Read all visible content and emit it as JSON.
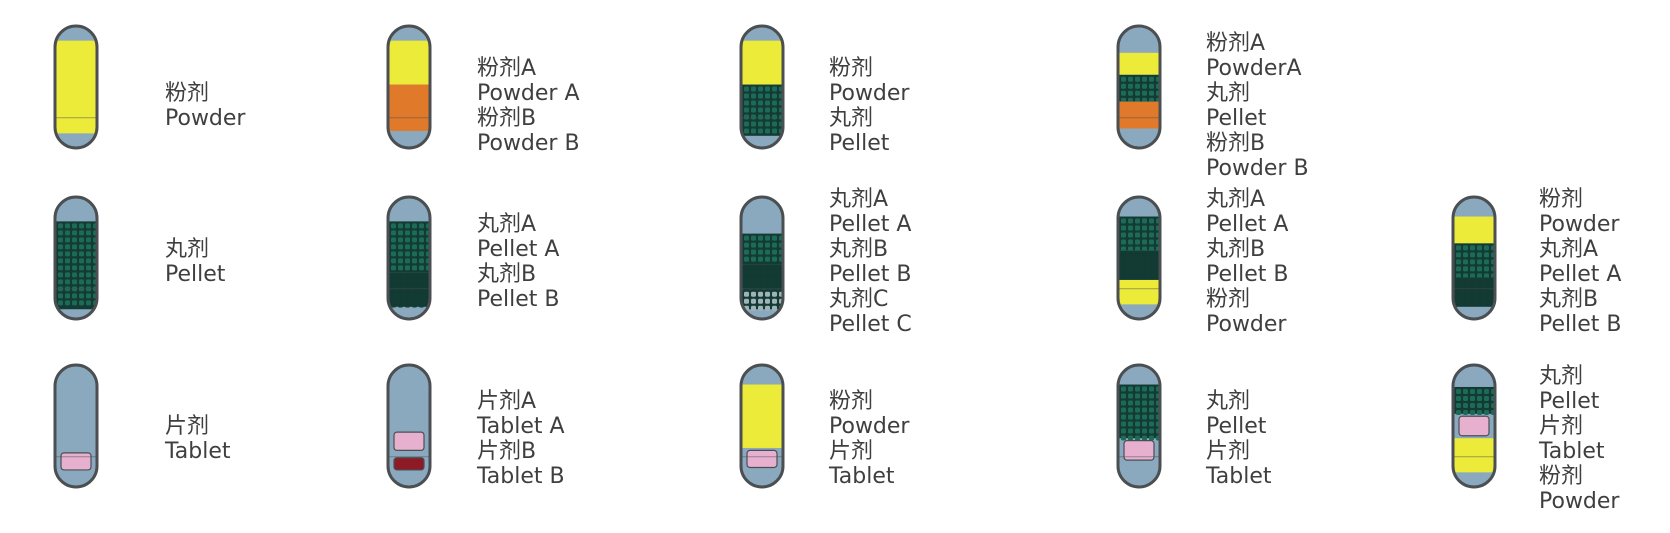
{
  "colors": {
    "shell_blue": "#8aa9bf",
    "outline": "#4b4f52",
    "powder_yellow": "#eceb39",
    "powder_orange": "#e07a2a",
    "pellet_green": "#1c6b58",
    "pellet_dark": "#0f3b33",
    "tablet_pink": "#e7b0cf",
    "tablet_red": "#8d1a25",
    "label_text": "#3f3f3f"
  },
  "rows": [
    {
      "items": [
        {
          "labels": [
            "粉剂",
            "Powder"
          ],
          "layers": [
            {
              "kind": "powder",
              "color": "yellow",
              "from": 0.12,
              "to": 0.88
            }
          ]
        },
        {
          "labels": [
            "粉剂A",
            "Powder A",
            "粉剂B",
            "Powder B"
          ],
          "layers": [
            {
              "kind": "powder",
              "color": "yellow",
              "from": 0.12,
              "to": 0.48
            },
            {
              "kind": "powder",
              "color": "orange",
              "from": 0.48,
              "to": 0.86
            }
          ]
        },
        {
          "labels": [
            "粉剂",
            "Powder",
            "丸剂",
            "Pellet"
          ],
          "layers": [
            {
              "kind": "powder",
              "color": "yellow",
              "from": 0.12,
              "to": 0.48
            },
            {
              "kind": "pellet",
              "color": "green",
              "from": 0.48,
              "to": 0.9
            }
          ]
        },
        {
          "labels": [
            "粉剂A",
            "PowderA",
            "丸剂",
            "Pellet",
            "粉剂B",
            "Powder B"
          ],
          "layers": [
            {
              "kind": "powder",
              "color": "yellow",
              "from": 0.22,
              "to": 0.4
            },
            {
              "kind": "pellet",
              "color": "green",
              "from": 0.4,
              "to": 0.62
            },
            {
              "kind": "powder",
              "color": "orange",
              "from": 0.62,
              "to": 0.84
            }
          ]
        }
      ]
    },
    {
      "items": [
        {
          "labels": [
            "丸剂",
            "Pellet"
          ],
          "layers": [
            {
              "kind": "pellet",
              "color": "green",
              "from": 0.2,
              "to": 0.92
            }
          ]
        },
        {
          "labels": [
            "丸剂A",
            "Pellet A",
            "丸剂B",
            "Pellet B"
          ],
          "layers": [
            {
              "kind": "pellet",
              "color": "green",
              "from": 0.2,
              "to": 0.62
            },
            {
              "kind": "pellet",
              "color": "dark",
              "from": 0.62,
              "to": 0.9
            }
          ]
        },
        {
          "labels": [
            "丸剂A",
            "Pellet A",
            "丸剂B",
            "Pellet B",
            "丸剂C",
            "Pellet C"
          ],
          "layers": [
            {
              "kind": "pellet",
              "color": "green",
              "from": 0.3,
              "to": 0.55
            },
            {
              "kind": "pellet",
              "color": "dark",
              "from": 0.55,
              "to": 0.76
            },
            {
              "kind": "pellet",
              "color": "sparse",
              "from": 0.76,
              "to": 0.92
            }
          ]
        },
        {
          "labels": [
            "丸剂A",
            "Pellet A",
            "丸剂B",
            "Pellet B",
            "粉剂",
            "Powder"
          ],
          "layers": [
            {
              "kind": "pellet",
              "color": "green",
              "from": 0.16,
              "to": 0.44
            },
            {
              "kind": "pellet",
              "color": "dark",
              "from": 0.44,
              "to": 0.68
            },
            {
              "kind": "powder",
              "color": "yellow",
              "from": 0.68,
              "to": 0.88
            }
          ]
        },
        {
          "labels": [
            "粉剂",
            "Powder",
            "丸剂A",
            "Pellet A",
            "丸剂B",
            "Pellet B"
          ],
          "layers": [
            {
              "kind": "powder",
              "color": "yellow",
              "from": 0.16,
              "to": 0.38
            },
            {
              "kind": "pellet",
              "color": "green",
              "from": 0.38,
              "to": 0.66
            },
            {
              "kind": "pellet",
              "color": "dark",
              "from": 0.66,
              "to": 0.9
            }
          ]
        }
      ]
    },
    {
      "items": [
        {
          "labels": [
            "片剂",
            "Tablet"
          ],
          "layers": [
            {
              "kind": "tablet",
              "color": "pink",
              "from": 0.72,
              "to": 0.86
            }
          ]
        },
        {
          "labels": [
            "片剂A",
            "Tablet A",
            "片剂B",
            "Tablet B"
          ],
          "layers": [
            {
              "kind": "tablet",
              "color": "pink",
              "from": 0.55,
              "to": 0.7
            },
            {
              "kind": "tablet",
              "color": "red",
              "from": 0.76,
              "to": 0.86
            }
          ]
        },
        {
          "labels": [
            "粉剂",
            "Powder",
            "片剂",
            "Tablet"
          ],
          "layers": [
            {
              "kind": "powder",
              "color": "yellow",
              "from": 0.16,
              "to": 0.68
            },
            {
              "kind": "tablet",
              "color": "pink",
              "from": 0.7,
              "to": 0.84
            }
          ]
        },
        {
          "labels": [
            "丸剂",
            "Pellet",
            "片剂",
            "Tablet"
          ],
          "layers": [
            {
              "kind": "pellet",
              "color": "green",
              "from": 0.16,
              "to": 0.6
            },
            {
              "kind": "tablet",
              "color": "pink",
              "from": 0.62,
              "to": 0.78
            }
          ]
        },
        {
          "labels": [
            "丸剂",
            "Pellet",
            "片剂",
            "Tablet",
            "粉剂",
            "Powder"
          ],
          "layers": [
            {
              "kind": "pellet",
              "color": "green",
              "from": 0.18,
              "to": 0.4
            },
            {
              "kind": "tablet",
              "color": "pink",
              "from": 0.42,
              "to": 0.58
            },
            {
              "kind": "powder",
              "color": "yellow",
              "from": 0.6,
              "to": 0.88
            }
          ]
        }
      ]
    }
  ]
}
